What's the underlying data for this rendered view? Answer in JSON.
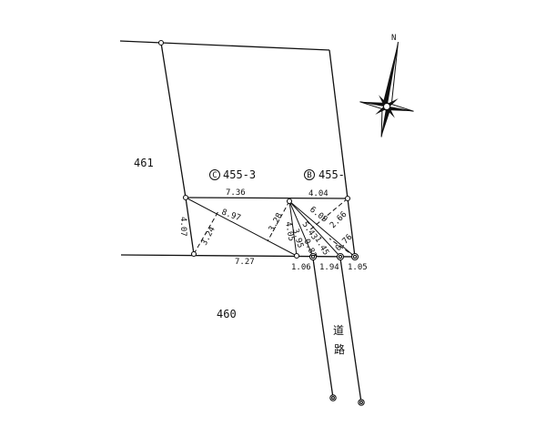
{
  "lots": {
    "north_neighbor": "461",
    "south_neighbor": "460",
    "lot_c": "455-3",
    "lot_b": "455-",
    "lot_c_mark": "C",
    "lot_b_mark": "B"
  },
  "road_label": [
    "道",
    "路"
  ],
  "compass_label": "N",
  "dimensions": {
    "top_left": "7.36",
    "top_right": "4.04",
    "left_side": "4.07",
    "bottom_left": "7.27",
    "bottom_seg1": "1.06",
    "bottom_seg2": "1.94",
    "bottom_seg3": "1.05",
    "diag_long": "8.97",
    "perp_left": "3.24",
    "perp_mid": "3.28",
    "diag_right": "6.09",
    "perp_right": "2.66",
    "diag_b": "5.43",
    "diag_c": "4.05",
    "small_a": "3.95",
    "small_b": "1.45",
    "small_c": "0.87",
    "small_d": "0.76"
  }
}
